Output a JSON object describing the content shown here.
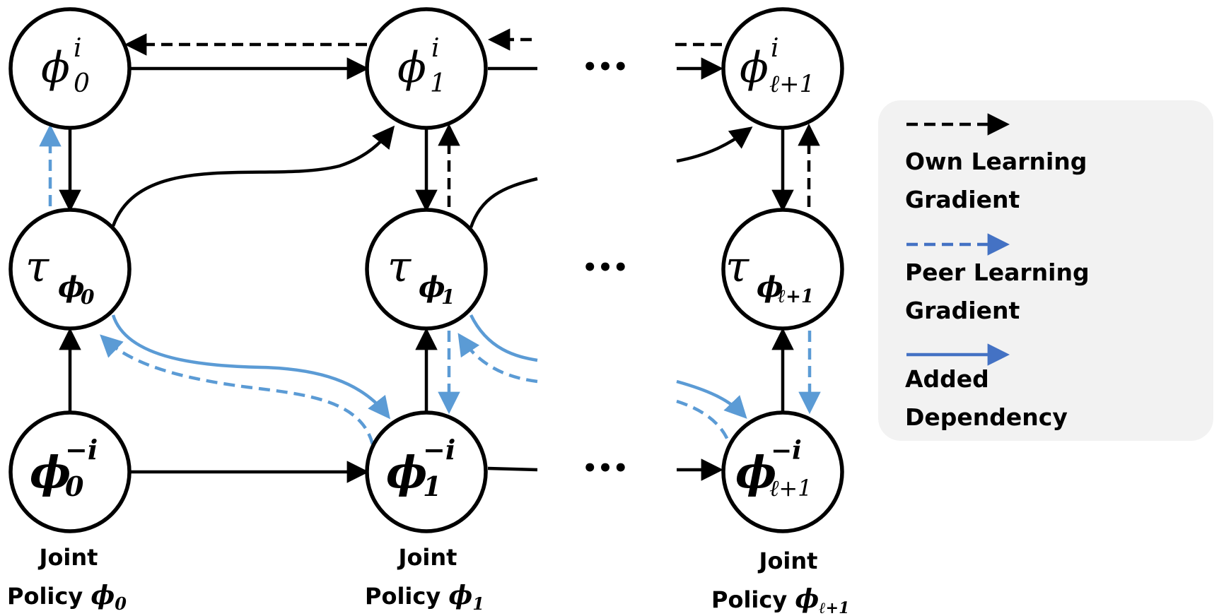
{
  "colors": {
    "black": "#000000",
    "blue": "#5b9bd5",
    "legend_blue": "#4472c4",
    "legend_bg": "#f2f2f2"
  },
  "nodes": {
    "phi0_i": {
      "base": "ϕ",
      "sub": "0",
      "sup": "i"
    },
    "phi1_i": {
      "base": "ϕ",
      "sub": "1",
      "sup": "i"
    },
    "phil_i": {
      "base": "ϕ",
      "sub": "ℓ+1",
      "sup": "i"
    },
    "tau0": {
      "base": "τ",
      "sub_base": "ϕ",
      "sub_sub": "0"
    },
    "tau1": {
      "base": "τ",
      "sub_base": "ϕ",
      "sub_sub": "1"
    },
    "taul": {
      "base": "τ",
      "sub_base": "ϕ",
      "sub_sub": "ℓ+1"
    },
    "phi0_mi": {
      "base": "ϕ",
      "sub": "0",
      "sup": "−i"
    },
    "phi1_mi": {
      "base": "ϕ",
      "sub": "1",
      "sup": "−i"
    },
    "phil_mi": {
      "base": "ϕ",
      "sub": "ℓ+1",
      "sup": "−i"
    }
  },
  "ellipsis": "•••",
  "columns": [
    {
      "line1": "Joint",
      "line2": "Policy ",
      "phi": "ϕ",
      "sub": "0"
    },
    {
      "line1": "Joint",
      "line2": "Policy ",
      "phi": "ϕ",
      "sub": "1"
    },
    {
      "line1": "Joint",
      "line2": "Policy ",
      "phi": "ϕ",
      "sub": "ℓ+1"
    }
  ],
  "legend": {
    "own": {
      "line1": "Own Learning",
      "line2": "Gradient"
    },
    "peer": {
      "line1": "Peer Learning",
      "line2": "Gradient"
    },
    "added": {
      "line1": "Added",
      "line2": "Dependency"
    }
  }
}
